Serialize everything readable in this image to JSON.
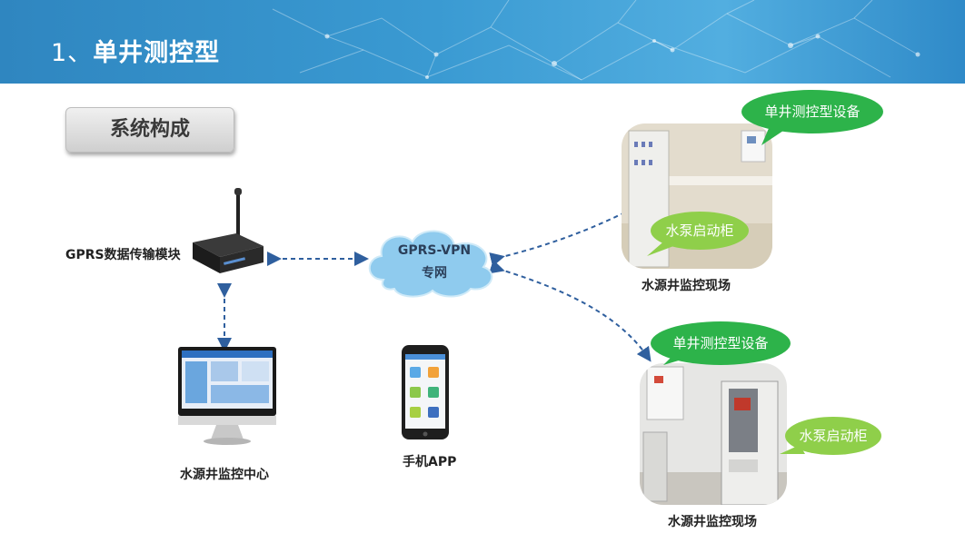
{
  "header": {
    "number": "1、",
    "title": "单井测控型",
    "accent_color": "#2f86c0"
  },
  "section_box": "系统构成",
  "nodes": {
    "gprs_module": "GPRS数据传输模块",
    "vpn_line1": "GPRS-VPN",
    "vpn_line2": "专网",
    "monitor_center": "水源井监控中心",
    "mobile_app": "手机APP",
    "site_top": "水源井监控现场",
    "site_bottom": "水源井监控现场"
  },
  "callouts": {
    "top_device": "单井测控型设备",
    "top_cabinet": "水泵启动柜",
    "bottom_device": "单井测控型设备",
    "bottom_cabinet": "水泵启动柜"
  },
  "colors": {
    "bubble_dark": "#2db34a",
    "bubble_light": "#8fcf4a",
    "link_line": "#2f5f9e",
    "cloud": "#8fcbee"
  }
}
